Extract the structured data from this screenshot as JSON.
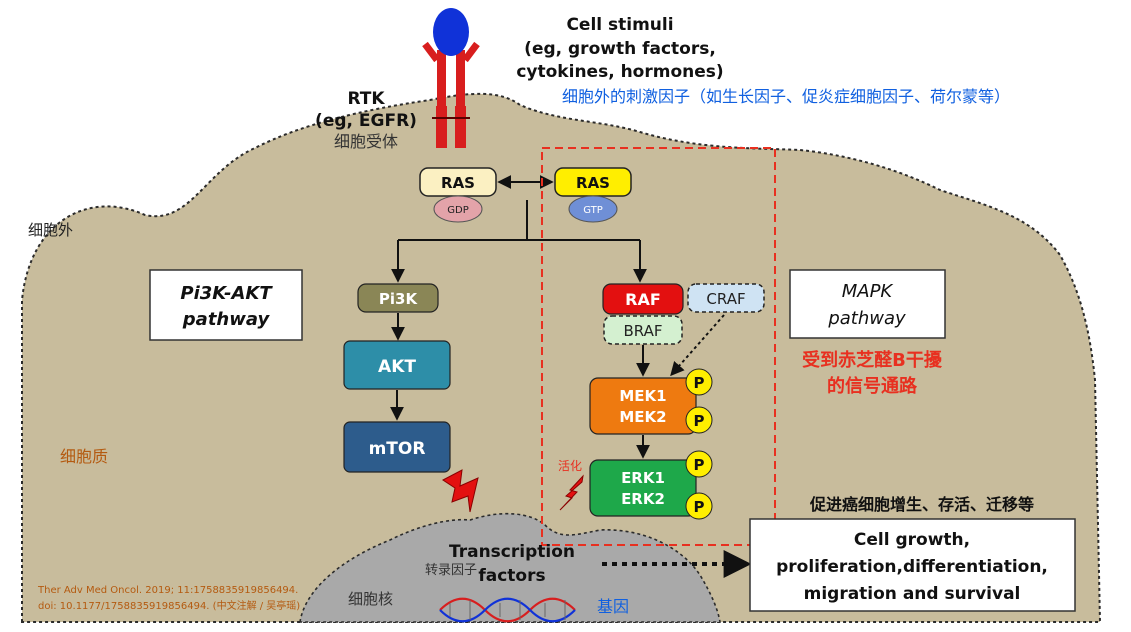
{
  "cell": {
    "stimuli_title": "Cell stimuli",
    "stimuli_line2": "(eg, growth factors,",
    "stimuli_line3": "cytokines, hormones)",
    "stimuli_cn": "细胞外的刺激因子（如生长因子、促炎症细胞因子、荷尔蒙等）",
    "rtk_title": "RTK",
    "rtk_sub": "(eg, EGFR)",
    "rtk_cn": "细胞受体",
    "extracellular_cn": "细胞外",
    "cytoplasm_cn": "细胞质",
    "nucleus_cn": "细胞核"
  },
  "nodes": {
    "ras_left": "RAS",
    "gdp": "GDP",
    "ras_right": "RAS",
    "gtp": "GTP",
    "pi3k": "Pi3K",
    "akt": "AKT",
    "mtor": "mTOR",
    "raf": "RAF",
    "craf": "CRAF",
    "braf": "BRAF",
    "mek1": "MEK1",
    "mek2": "MEK2",
    "erk1": "ERK1",
    "erk2": "ERK2",
    "phospho": "P"
  },
  "pathways": {
    "pi3k_line1": "Pi3K-AKT",
    "pi3k_line2": "pathway",
    "mapk_line1": "MAPK",
    "mapk_line2": "pathway",
    "interference_line1": "受到赤芝醛B干擾",
    "interference_line2": "的信号通路",
    "activate_cn": "活化"
  },
  "nucleus": {
    "tf_line1": "Transcription",
    "tf_line2": "factors",
    "tf_cn": "转录因子",
    "gene_cn": "基因"
  },
  "outcome": {
    "cn": "促进癌细胞增生、存活、迁移等",
    "line1": "Cell growth,",
    "line2": "proliferation,differentiation,",
    "line3": "migration and survival"
  },
  "citation": {
    "line1": "Ther Adv Med Oncol. 2019; 11:1758835919856494.",
    "line2": "doi: 10.1177/1758835919856494. (中文注解 / 吴亭瑶)"
  },
  "colors": {
    "cytoplasm": "#c8bc9c",
    "nucleus": "#a9a9a9",
    "receptor": "#d81e1e",
    "ligand": "#1032d8",
    "ras": "#fbf0c2",
    "ras_active": "#ffee00",
    "gdp": "#e3a3a9",
    "gtp": "#6f8fd6",
    "pi3k": "#8a8656",
    "akt": "#2d8ea8",
    "mtor": "#2d5c8c",
    "raf": "#e31010",
    "braf_fill": "#d4f0d0",
    "craf_fill": "#cfe3f3",
    "mek": "#ee7a10",
    "erk": "#1ea84a",
    "phospho": "#ffee00",
    "alert": "#e83020",
    "cn_blue": "#1060e0"
  }
}
